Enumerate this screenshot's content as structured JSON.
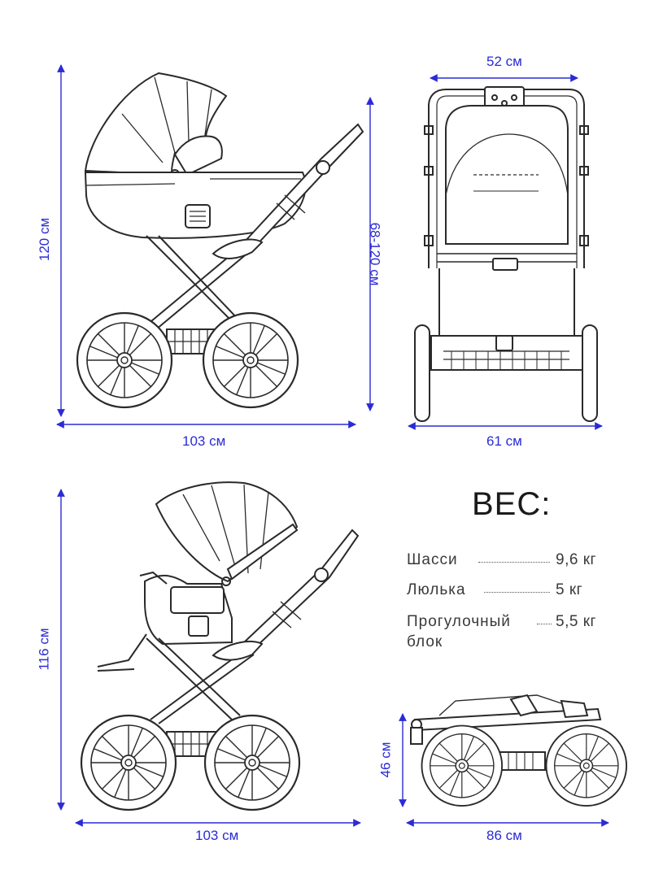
{
  "dimensions": {
    "crib_height": "120 см",
    "crib_handle_height": "68-120 см",
    "crib_length": "103 см",
    "front_width_top": "52 см",
    "front_width_bottom": "61 см",
    "seat_height": "116 см",
    "seat_length": "103 см",
    "folded_height": "46 см",
    "folded_length": "86 см"
  },
  "weight": {
    "title": "ВЕС:",
    "rows": [
      {
        "label": "Шасси",
        "value": "9,6 кг"
      },
      {
        "label": "Люлька",
        "value": "5 кг"
      },
      {
        "label": "Прогулочный\nблок",
        "label_line1": "Прогулочный",
        "label_line2": "блок",
        "value": "5,5 кг"
      }
    ]
  },
  "colors": {
    "dimension": "#2b2bd6",
    "line_art": "#2a2a2a",
    "text": "#3a3a3a"
  }
}
